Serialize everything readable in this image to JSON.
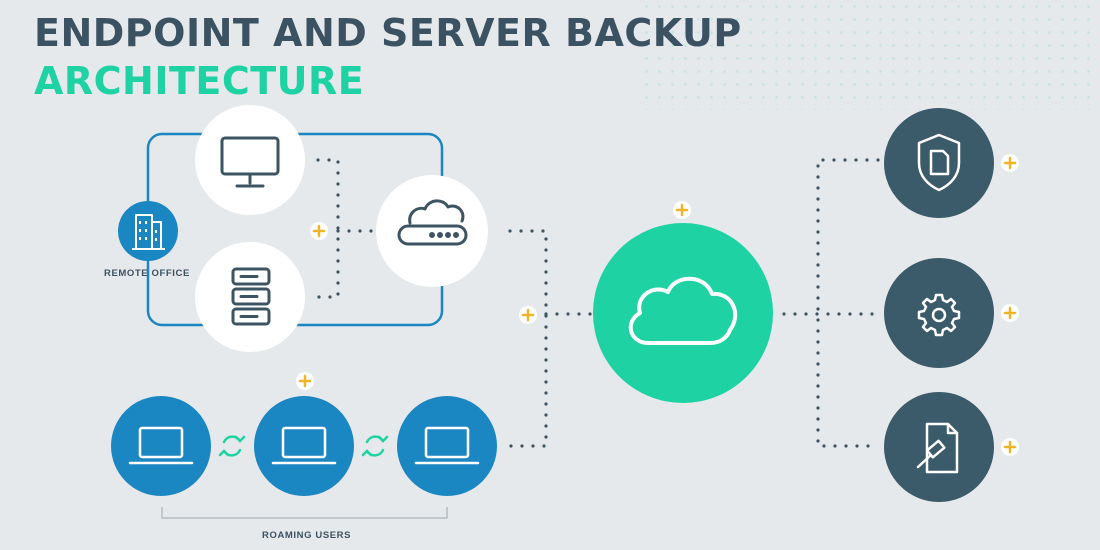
{
  "title": {
    "line1": "ENDPOINT AND SERVER BACKUP",
    "line2": "ARCHITECTURE"
  },
  "labels": {
    "remote_office": "REMOTE OFFICE",
    "roaming_users": "ROAMING USERS"
  },
  "colors": {
    "background": "#e6e9ec",
    "title_dark": "#3b5262",
    "accent_green": "#1ed2a3",
    "node_blue": "#1b87c2",
    "node_dark": "#3b5a6a",
    "node_white": "#ffffff",
    "plus_yellow": "#f0b429",
    "connector": "#3d5563"
  },
  "nodes": {
    "remote_office": {
      "icon": "building-icon"
    },
    "desktop": {
      "icon": "monitor-icon"
    },
    "server": {
      "icon": "server-stack-icon"
    },
    "gateway": {
      "icon": "cloud-appliance-icon"
    },
    "cloud": {
      "icon": "cloud-icon"
    },
    "laptops": [
      "laptop-icon",
      "laptop-icon",
      "laptop-icon"
    ],
    "sync": [
      "sync-icon",
      "sync-icon"
    ],
    "services": [
      "shield-document-icon",
      "gear-icon",
      "legal-document-icon"
    ]
  }
}
